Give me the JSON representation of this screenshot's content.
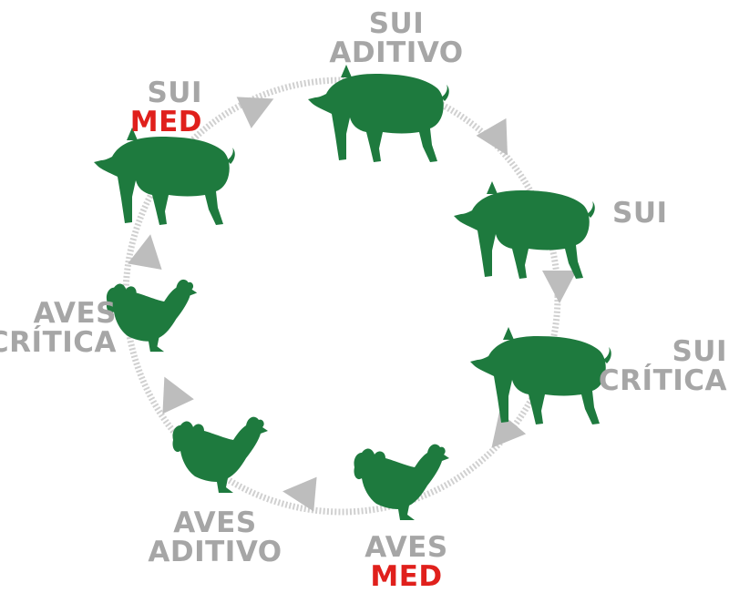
{
  "colors": {
    "animal": "#1e7a3e",
    "label_gray": "#a6a6a6",
    "label_red": "#e0201c",
    "ring": "#cfcfcf",
    "arrow": "#bdbdbd"
  },
  "nodes": [
    {
      "icon": "pig-icon",
      "line1": "SUI",
      "line2": "ADITIVO",
      "line2_red": false
    },
    {
      "icon": "pig-icon",
      "line1": "SUI",
      "line2": "",
      "line2_red": false
    },
    {
      "icon": "pig-icon",
      "line1": "SUI",
      "line2": "CRÍTICA",
      "line2_red": false
    },
    {
      "icon": "chicken-icon",
      "line1": "AVES",
      "line2": "MED",
      "line2_red": true
    },
    {
      "icon": "chicken-icon",
      "line1": "AVES",
      "line2": "ADITIVO",
      "line2_red": false
    },
    {
      "icon": "chicken-icon",
      "line1": "AVES",
      "line2": "CRÍTICA",
      "line2_red": false
    },
    {
      "icon": "pig-icon",
      "line1": "SUI",
      "line2": "MED",
      "line2_red": true
    }
  ]
}
